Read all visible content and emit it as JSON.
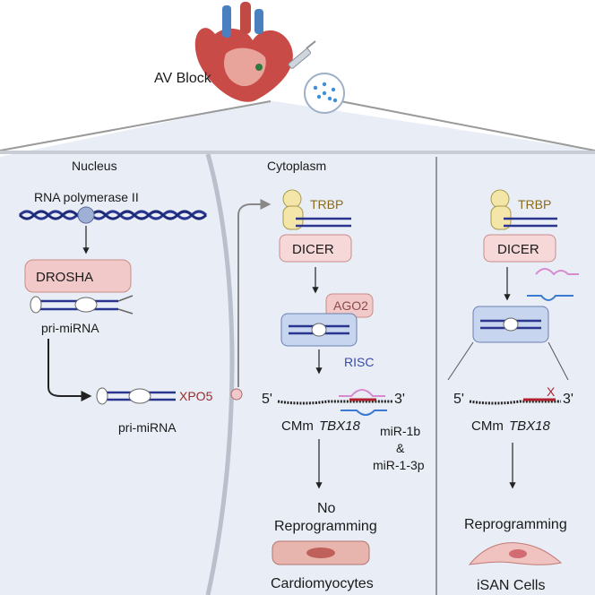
{
  "top": {
    "condition": "AV Block"
  },
  "regions": {
    "nucleus": "Nucleus",
    "cytoplasm": "Cytoplasm"
  },
  "nucleus": {
    "polymerase": "RNA polymerase II",
    "drosha": "DROSHA",
    "pri_mirna_top": "pri-miRNA",
    "xpo5": "XPO5",
    "pri_mirna_bottom": "pri-miRNA"
  },
  "cytoplasm": {
    "trbp": "TRBP",
    "dicer": "DICER",
    "ago2": "AGO2",
    "risc": "RISC",
    "five_prime": "5'",
    "three_prime": "3'",
    "cmm": "CMm",
    "gene": "TBX18",
    "mir1b": "miR-1b",
    "amp": "&",
    "mir13p": "miR-1-3p",
    "outcome_line1": "No",
    "outcome_line2": "Reprogramming",
    "cell_label": "Cardiomyocytes"
  },
  "right": {
    "trbp": "TRBP",
    "dicer": "DICER",
    "five_prime": "5'",
    "three_prime": "3'",
    "blocked_mark": "X",
    "cmm": "CMm",
    "gene": "TBX18",
    "outcome": "Reprogramming",
    "cell_label": "iSAN Cells"
  },
  "colors": {
    "panel_bg": "#e9eef6",
    "dna": "#2a3590",
    "drosha_fill": "#f2c9c9",
    "dicer_fill": "#f7d8d8",
    "trbp_text": "#8a6a1a",
    "xpo5_text": "#9b2a2a",
    "risc_text": "#3a4aa8",
    "risc_fill": "#c7d6ee"
  }
}
